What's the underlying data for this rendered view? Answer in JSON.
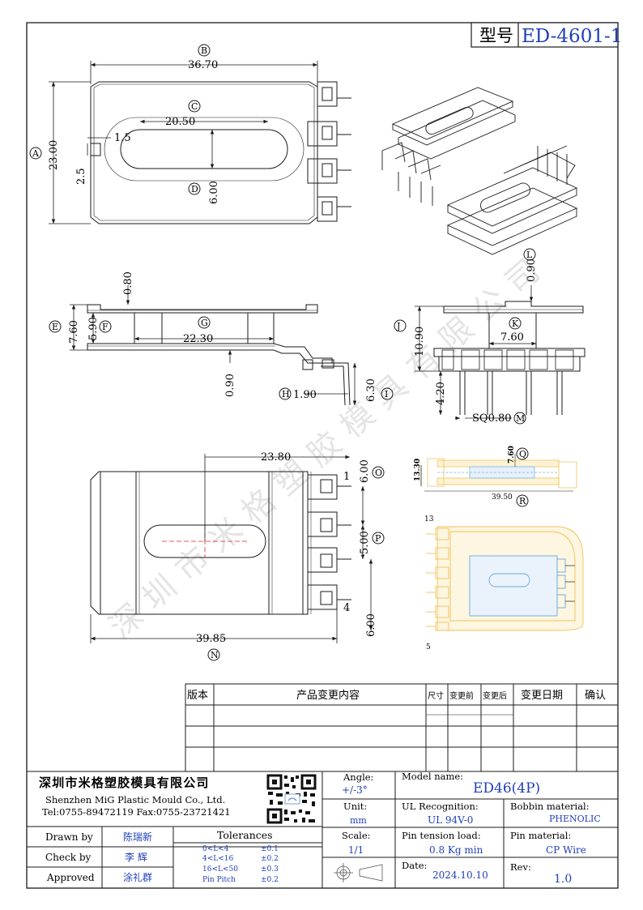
{
  "header": {
    "model_label": "型号",
    "model_code": "ED-4601-1"
  },
  "top_view": {
    "dims": {
      "B": "36.70",
      "A": "23.00",
      "C": "20.50",
      "D": "6.00",
      "slot_w": "1.5",
      "slot_h": "2.5"
    },
    "callouts": [
      "B",
      "A",
      "C",
      "D"
    ]
  },
  "side_view": {
    "dims": {
      "E": "7.60",
      "F": "5.90",
      "top": "0.80",
      "G": "22.30",
      "bottom": "0.90",
      "H": "1.90",
      "I": "6.30"
    },
    "callouts": [
      "E",
      "F",
      "G",
      "H",
      "I"
    ]
  },
  "end_view": {
    "dims": {
      "L": "0.90",
      "J": "10.90",
      "K": "7.60",
      "pin": "4.20",
      "M": "SQ0.80"
    },
    "callouts": [
      "L",
      "J",
      "K",
      "M"
    ]
  },
  "bottom_view": {
    "dims": {
      "top": "23.80",
      "O": "6.00",
      "P": "5.00",
      "lower": "6.00",
      "N": "39.85"
    },
    "pin_labels": [
      "1",
      "4"
    ],
    "callouts": [
      "O",
      "P",
      "N"
    ]
  },
  "small_view": {
    "dims": {
      "h": "13.30",
      "Q": "7.60",
      "R": "39.50"
    },
    "pin_labels": [
      "13",
      "5"
    ],
    "callouts": [
      "Q",
      "R"
    ]
  },
  "watermark": "深圳市米格塑胶模具有限公司",
  "revision_table": {
    "headers": [
      "版本",
      "产品变更内容",
      "尺寸",
      "变更前",
      "变更后",
      "变更日期",
      "确认"
    ],
    "rows": 3
  },
  "title_block": {
    "company_cn": "深圳市米格塑胶模具有限公司",
    "company_en": "Shenzhen MiG Plastic Mould Co., Ltd.",
    "contact": "Tel:0755-89472119  Fax:0755-23721421",
    "angle_label": "Angle:",
    "angle_value": "+/-3°",
    "unit_label": "Unit:",
    "unit_value": "mm",
    "scale_label": "Scale:",
    "scale_value": "1/1",
    "model_label": "Model name:",
    "model_value": "ED46(4P)",
    "ul_label": "UL Recognition:",
    "ul_value": "UL 94V-0",
    "bobbin_label": "Bobbin material:",
    "bobbin_value": "PHENOLIC",
    "tension_label": "Pin tension load:",
    "tension_value": "0.8 Kg min",
    "pin_label": "Pin material:",
    "pin_value": "CP Wire",
    "date_label": "Date:",
    "date_value": "2024.10.10",
    "rev_label": "Rev:",
    "rev_value": "1.0",
    "drawn_label": "Drawn by",
    "drawn_value": "陈瑞新",
    "check_label": "Check by",
    "check_value": "李 辉",
    "approved_label": "Approved",
    "approved_value": "涂礼群",
    "tol_title": "Tolerances",
    "tol_rows": [
      {
        "range": "0<L<4",
        "value": "±0.1"
      },
      {
        "range": "4<L<16",
        "value": "±0.2"
      },
      {
        "range": "16<L<50",
        "value": "±0.3"
      },
      {
        "range": "Pin Pitch",
        "value": "±0.2"
      }
    ]
  }
}
